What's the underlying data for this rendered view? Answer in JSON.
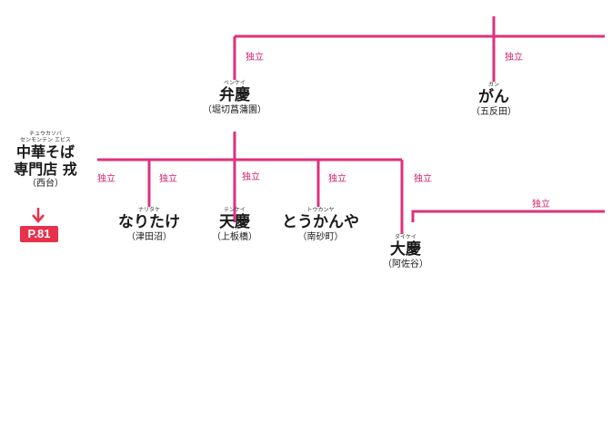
{
  "colors": {
    "line": "#e0307a",
    "label": "#d4206c",
    "badge": "#e8314a"
  },
  "relation_label": "独立",
  "nodes": {
    "benkei": {
      "ruby": "ベンケイ",
      "name": "弁慶",
      "place": "（堀切菖蒲園）"
    },
    "gan": {
      "ruby": "ガン",
      "name": "がん",
      "place": "（五反田）"
    },
    "chuka": {
      "ruby": "チュウカソバ",
      "ruby2": "センモンテン エビス",
      "name1": "中華そば",
      "name2": "専門店 戎",
      "place": "（西台）"
    },
    "naritake": {
      "ruby": "ナリタケ",
      "name": "なりたけ",
      "place": "（津田沼）"
    },
    "tenkei": {
      "ruby": "テンケイ",
      "name": "天慶",
      "place": "（上板橋）"
    },
    "tokanya": {
      "ruby": "トウカンヤ",
      "name": "とうかんや",
      "place": "（南砂町）"
    },
    "daikei": {
      "ruby": "ダイケイ",
      "name": "大慶",
      "place": "（阿佐谷）"
    }
  },
  "page_ref": {
    "label": "P.81",
    "icon": "arrow-down-icon"
  }
}
